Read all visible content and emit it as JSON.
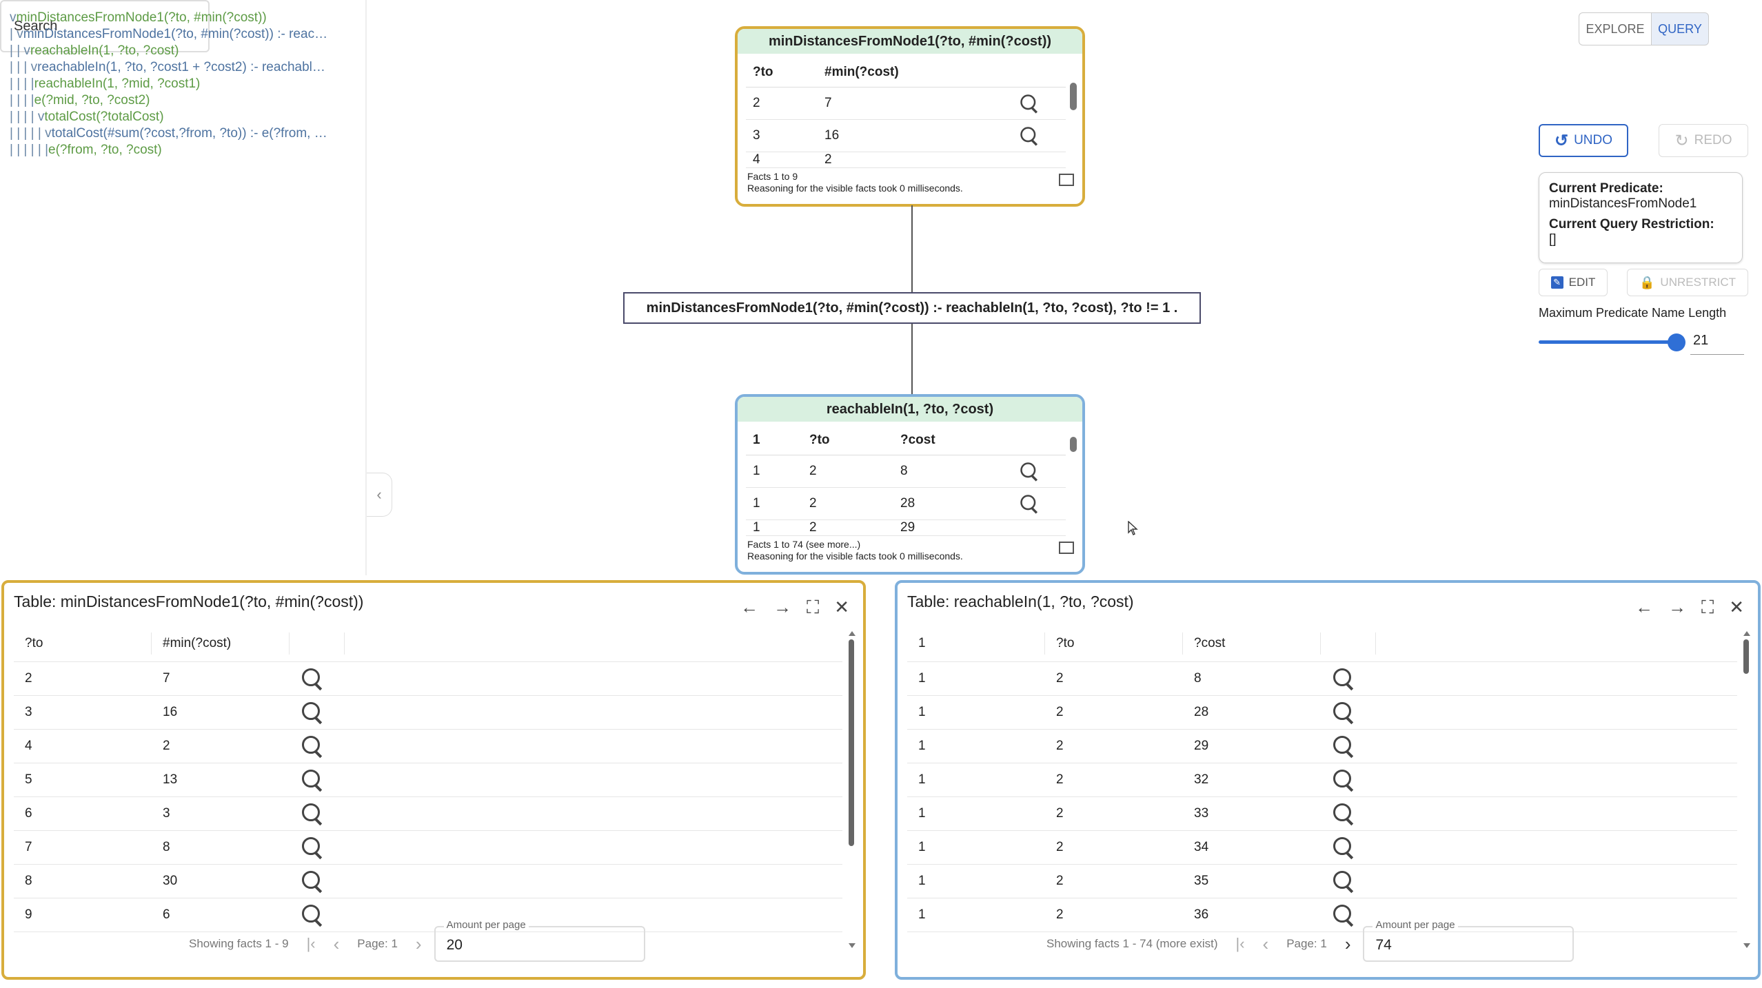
{
  "tree": [
    {
      "prefix": "v ",
      "text": "minDistancesFromNode1(?to, #min(?cost))",
      "color": "green"
    },
    {
      "prefix": "| v ",
      "text": "minDistancesFromNode1(?to, #min(?cost)) :- reac…",
      "color": "blue"
    },
    {
      "prefix": "| | v ",
      "text": "reachableIn(1, ?to, ?cost)",
      "color": "green"
    },
    {
      "prefix": "| | | v ",
      "text": "reachableIn(1, ?to, ?cost1 + ?cost2) :- reachabl…",
      "color": "blue"
    },
    {
      "prefix": "| | | | ",
      "text": "reachableIn(1, ?mid, ?cost1)",
      "color": "green"
    },
    {
      "prefix": "| | | | ",
      "text": "e(?mid, ?to, ?cost2)",
      "color": "green"
    },
    {
      "prefix": "| | | | v ",
      "text": "totalCost(?totalCost)",
      "color": "green"
    },
    {
      "prefix": "| | | | | v ",
      "text": "totalCost(#sum(?cost,?from, ?to)) :- e(?from, …",
      "color": "blue"
    },
    {
      "prefix": "| | | | | | ",
      "text": "e(?from, ?to, ?cost)",
      "color": "green"
    }
  ],
  "graph": {
    "top_node": {
      "title": "minDistancesFromNode1(?to, #min(?cost))",
      "columns": [
        "?to",
        "#min(?cost)"
      ],
      "rows": [
        [
          "2",
          "7"
        ],
        [
          "3",
          "16"
        ],
        [
          "4",
          "2"
        ]
      ],
      "footer_line1": "Facts 1 to 9",
      "footer_line2": "Reasoning for the visible facts took 0 milliseconds."
    },
    "rule": "minDistancesFromNode1(?to, #min(?cost)) :- reachableIn(1, ?to, ?cost), ?to != 1 .",
    "bottom_node": {
      "title": "reachableIn(1, ?to, ?cost)",
      "columns": [
        "1",
        "?to",
        "?cost"
      ],
      "rows": [
        [
          "1",
          "2",
          "8"
        ],
        [
          "1",
          "2",
          "28"
        ],
        [
          "1",
          "2",
          "29"
        ]
      ],
      "footer_line1": "Facts 1 to 74  (see more...)",
      "footer_line2": "Reasoning for the visible facts took 0 milliseconds."
    }
  },
  "controls": {
    "mode_explore": "EXPLORE",
    "mode_query": "QUERY",
    "search_placeholder": "Search",
    "undo": "UNDO",
    "redo": "REDO",
    "current_predicate_label": "Current Predicate:",
    "current_predicate_value": "minDistancesFromNode1",
    "query_restriction_label": "Current Query Restriction:",
    "query_restriction_value": "[]",
    "edit": "EDIT",
    "unrestrict": "UNRESTRICT",
    "slider_label": "Maximum Predicate Name Length",
    "slider_value": "21",
    "slider_fraction": 0.9
  },
  "tables": {
    "left": {
      "title": "Table: minDistancesFromNode1(?to, #min(?cost))",
      "columns": [
        "?to",
        "#min(?cost)"
      ],
      "rows": [
        [
          "2",
          "7"
        ],
        [
          "3",
          "16"
        ],
        [
          "4",
          "2"
        ],
        [
          "5",
          "13"
        ],
        [
          "6",
          "3"
        ],
        [
          "7",
          "8"
        ],
        [
          "8",
          "30"
        ],
        [
          "9",
          "6"
        ]
      ],
      "showing": "Showing facts 1 - 9",
      "page": "Page: 1",
      "amount_label": "Amount per page",
      "amount_value": "20"
    },
    "right": {
      "title": "Table: reachableIn(1, ?to, ?cost)",
      "columns": [
        "1",
        "?to",
        "?cost"
      ],
      "rows": [
        [
          "1",
          "2",
          "8"
        ],
        [
          "1",
          "2",
          "28"
        ],
        [
          "1",
          "2",
          "29"
        ],
        [
          "1",
          "2",
          "32"
        ],
        [
          "1",
          "2",
          "33"
        ],
        [
          "1",
          "2",
          "34"
        ],
        [
          "1",
          "2",
          "35"
        ],
        [
          "1",
          "2",
          "36"
        ]
      ],
      "showing": "Showing facts 1 - 74 (more exist)",
      "page": "Page: 1",
      "amount_label": "Amount per page",
      "amount_value": "74"
    }
  },
  "colors": {
    "gold_border": "#d8ad3c",
    "blue_border": "#7fb0dc",
    "node_header": "#d9f0e0",
    "query_active": "#e8eef8",
    "accent_blue": "#2f64c4",
    "slider_blue": "#2f6fd6"
  }
}
